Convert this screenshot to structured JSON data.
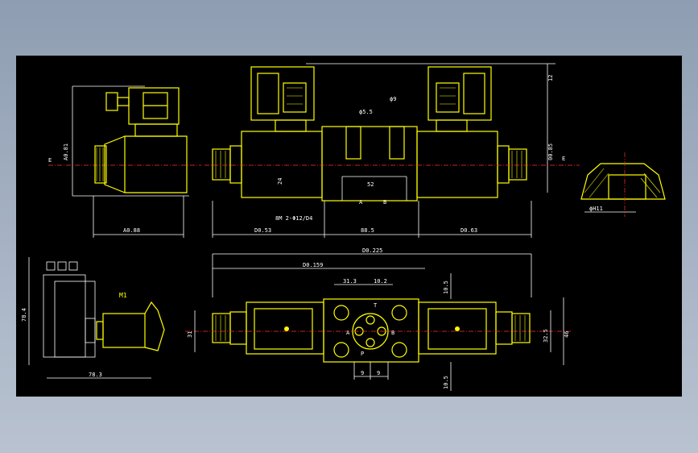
{
  "drawing": {
    "side_view": {
      "arrow_label": "E",
      "height_dim": "A0.81",
      "width_dim": "A0.88"
    },
    "front_view": {
      "dim_left": "D0.53",
      "dim_mid": "88.5",
      "dim_right": "D0.63",
      "dim_total": "D0.225",
      "dim_height": "00.85",
      "dim_top": "12",
      "dim_phi_a": "ϕ5.5",
      "dim_phi_b": "ϕ9",
      "dim_24": "24",
      "dim_52": "52",
      "hole_note": "8M 2-Φ12/D4",
      "port_a": "A",
      "port_b": "B",
      "arrow_label": "E"
    },
    "section_view": {
      "dim": "ϕH11"
    },
    "left_view": {
      "dim_height": "78.4",
      "dim_width": "78.3",
      "label": "M1"
    },
    "top_view": {
      "dim_inner": "D0.159",
      "dim_a": "31.3",
      "dim_b": "10.2",
      "dim_left": "31",
      "dim_r1": "32.5",
      "dim_r2": "46",
      "dim_c": "10.5",
      "dim_d": "10.5",
      "dim_bot_1": "9",
      "dim_bot_2": "9",
      "port_a": "A",
      "port_b": "B",
      "port_p": "P",
      "port_t": "T"
    }
  }
}
